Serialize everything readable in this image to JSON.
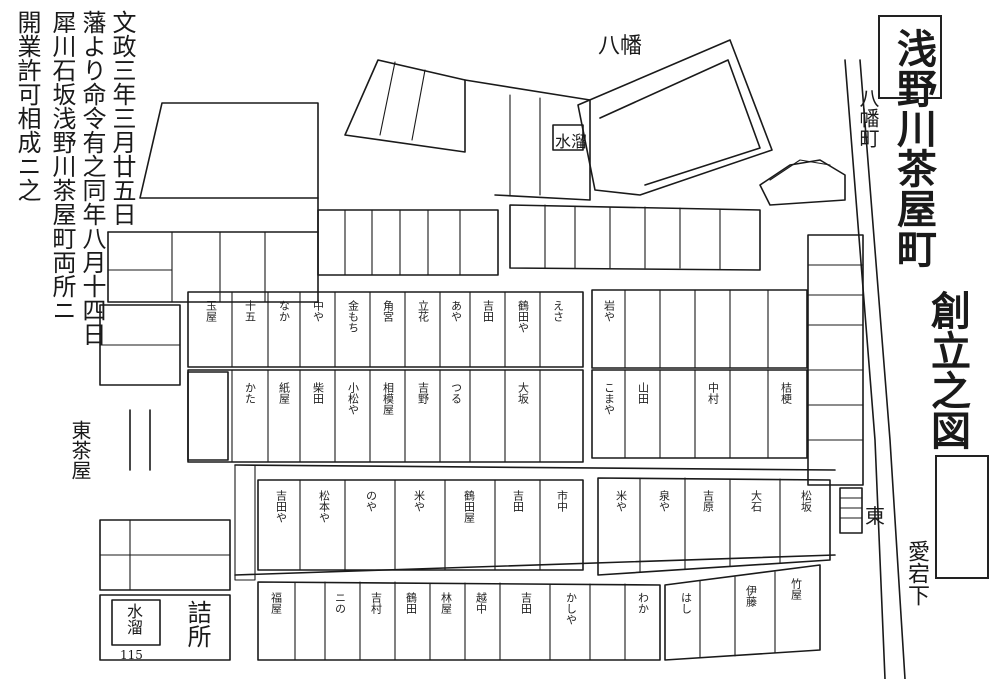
{
  "title": "浅野川茶屋町創立之図",
  "title_parts": [
    "浅野川茶屋町",
    "創立之図"
  ],
  "inscription": [
    "文政三年三月廿五日",
    "藩より命令有之同年八月十四日",
    "犀川石坂浅野川茶屋町両所ニ",
    "開業許可相成ニ之"
  ],
  "place_labels": {
    "hachiman_top": "八幡",
    "hachiman_machi": "八幡町",
    "mizutame_upper": "水溜",
    "mizutame_lower": "水溜",
    "tsumesho": "詰所",
    "higashi": "東",
    "atago": "愛宕下",
    "higashi_left": "東茶屋",
    "page_no": "115"
  },
  "lots": {
    "row_a": [
      "玉屋",
      "十五",
      "なか",
      "中や",
      "金もち",
      "角宮",
      "立花",
      "あや",
      "吉田",
      "鶴田や",
      "えさ",
      "岩や"
    ],
    "row_b": [
      "かた",
      "紙屋",
      "柴田",
      "小松や",
      "相模屋",
      "吉野",
      "つる",
      "大坂",
      "こまや",
      "山田",
      "中村",
      "桔梗"
    ],
    "row_c": [
      "吉田や",
      "松本や",
      "のや",
      "米や",
      "鶴田屋",
      "吉田",
      "市中",
      "米や",
      "泉や",
      "吉原",
      "大石",
      "松坂"
    ],
    "row_d": [
      "福屋",
      "ニの",
      "吉村",
      "鶴田",
      "林屋",
      "越中",
      "吉田",
      "かしや",
      "わか",
      "はし",
      "伊藤",
      "竹屋"
    ]
  }
}
